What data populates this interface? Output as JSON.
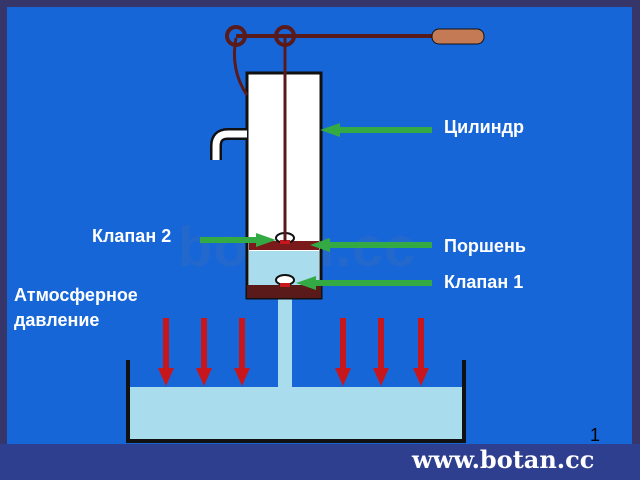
{
  "labels": {
    "cylinder": "Цилиндр",
    "piston": "Поршень",
    "valve1": "Клапан 1",
    "valve2": "Клапан 2",
    "atm_line1": "Атмосферное",
    "atm_line2": "давление"
  },
  "slide_number": "1",
  "watermark": "botan.cc",
  "footer": {
    "site": "www.botan.cc"
  },
  "colors": {
    "slide_background": "#1766d8",
    "frame": "#36366a",
    "footer_bar": "#2f3f8f",
    "water": "#a9dcec",
    "cylinder": "#ffffff",
    "handle_rod": "#5a1a1a",
    "grip": "#c47a55",
    "pressure_arrow": "#c8161d",
    "pointer_arrow": "#33aa44"
  },
  "icons": {
    "pressure_arrows": "arrow-down-icon",
    "pointer_arrows": "arrow-left-icon"
  }
}
